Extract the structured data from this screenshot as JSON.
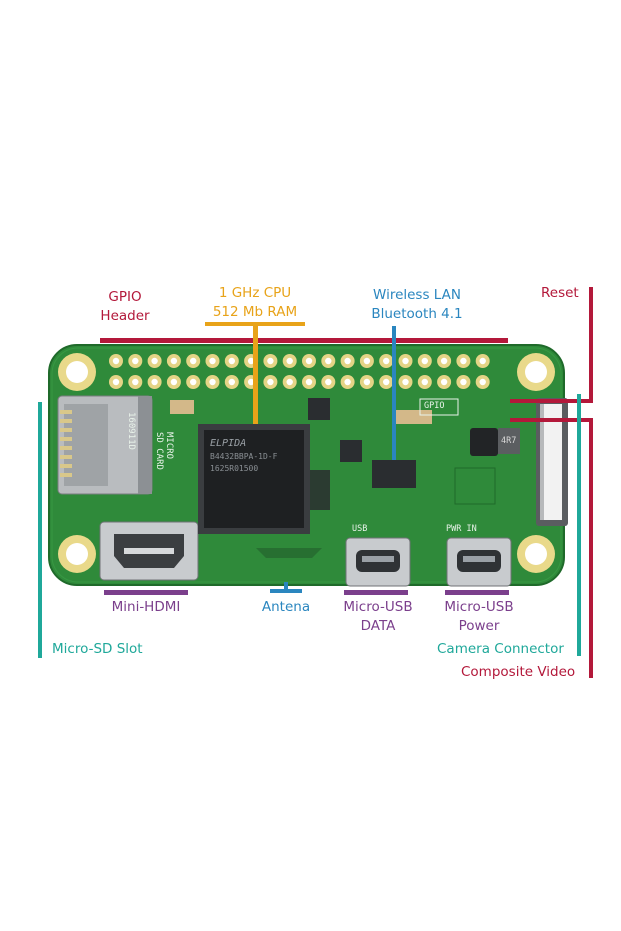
{
  "labels": {
    "gpio_header": "GPIO\nHeader",
    "cpu_ram": "1 GHz CPU\n512 Mb RAM",
    "wireless": "Wireless LAN\nBluetooth 4.1",
    "reset": "Reset",
    "mini_hdmi": "Mini-HDMI",
    "antenna": "Antena",
    "micro_usb_data": "Micro-USB\nDATA",
    "micro_usb_power": "Micro-USB\nPower",
    "micro_sd": "Micro-SD Slot",
    "camera": "Camera Connector",
    "composite": "Composite Video"
  },
  "board_text": {
    "sd_card": "MICRO\nSD CARD",
    "board_code": "160911D",
    "gpio": "GPIO",
    "usb": "USB",
    "pwr_in": "PWR IN",
    "chip_brand": "ELPIDA",
    "chip_part": "B4432BBPA-1D-F",
    "chip_code": "1625R01500",
    "inductor": "4R7"
  },
  "colors": {
    "red": "#b3183a",
    "orange": "#e8a319",
    "blue": "#2a86bf",
    "purple": "#7b3f8c",
    "teal": "#1fa89a",
    "pcb": "#2f8a3a"
  }
}
